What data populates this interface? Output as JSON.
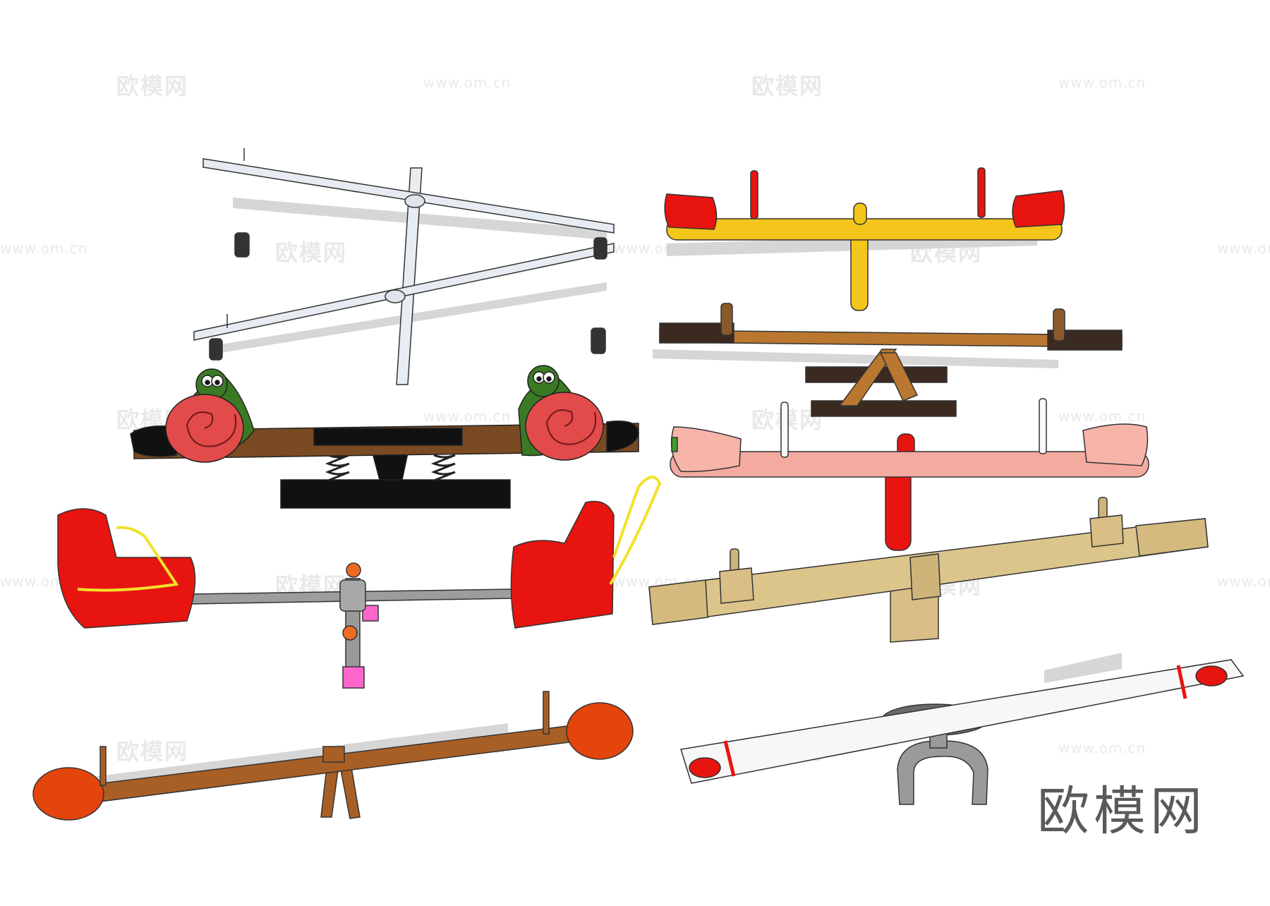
{
  "watermark": {
    "cn": "欧模网",
    "url": "www.om.cn"
  },
  "logo_text": "欧模网",
  "models": [
    {
      "name": "white-metal-seesaw",
      "color": "#e6ecf1"
    },
    {
      "name": "yellow-seesaw-red-seats",
      "color": "#f4c51a"
    },
    {
      "name": "dark-wood-seesaw",
      "color": "#b9772f"
    },
    {
      "name": "snail-spring-seesaw",
      "color": "#7a4a22"
    },
    {
      "name": "pink-seesaw-red-post",
      "color": "#f5aaa0"
    },
    {
      "name": "red-bucket-seat-seesaw",
      "color": "#e8140f"
    },
    {
      "name": "natural-timber-seesaw",
      "color": "#dcc58b"
    },
    {
      "name": "round-orange-seat-seesaw",
      "color": "#e3450d"
    },
    {
      "name": "white-board-grey-base-seesaw",
      "color": "#f7f7f7"
    }
  ]
}
